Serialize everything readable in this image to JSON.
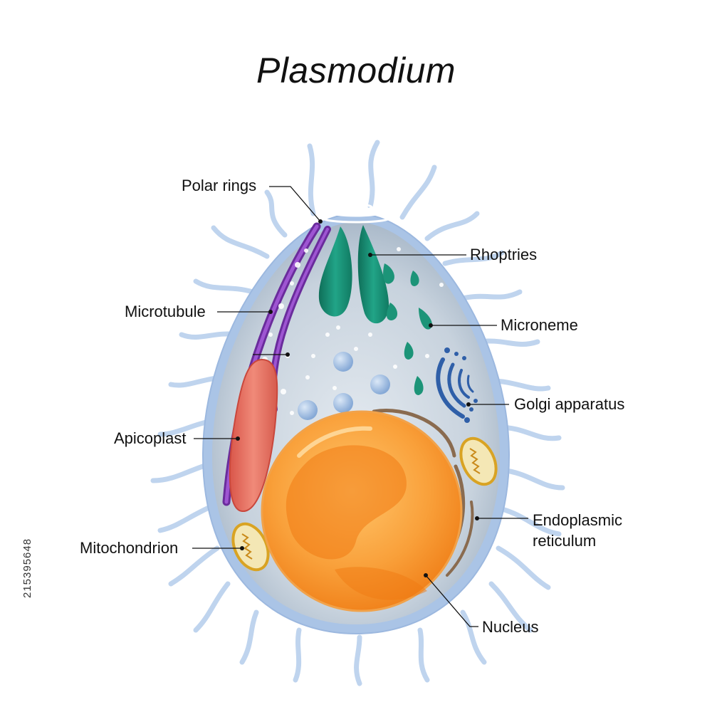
{
  "title": "Plasmodium",
  "labels": {
    "polar_rings": "Polar rings",
    "rhoptries": "Rhoptries",
    "microtubule": "Microtubule",
    "microneme": "Microneme",
    "golgi_apparatus": "Golgi apparatus",
    "apicoplast": "Apicoplast",
    "endoplasmic_reticulum_line1": "Endoplasmic",
    "endoplasmic_reticulum_line2": "reticulum",
    "mitochondrion": "Mitochondrion",
    "nucleus": "Nucleus"
  },
  "stock_id": "215395648",
  "colors": {
    "flagella": "#b9d1ec",
    "cell_fill": "#c9d3de",
    "cell_outline": "#a8c2e4",
    "rhoptries": "#1a8f73",
    "microtubule": "#7a35b0",
    "apicoplast": "#e2685a",
    "golgi": "#2f5fa8",
    "vesicles": "#a9c4e6",
    "mitochondrion": "#e7b72c",
    "nucleus": "#f5891e",
    "endoplasmic_reticulum": "#8a6b4f"
  }
}
